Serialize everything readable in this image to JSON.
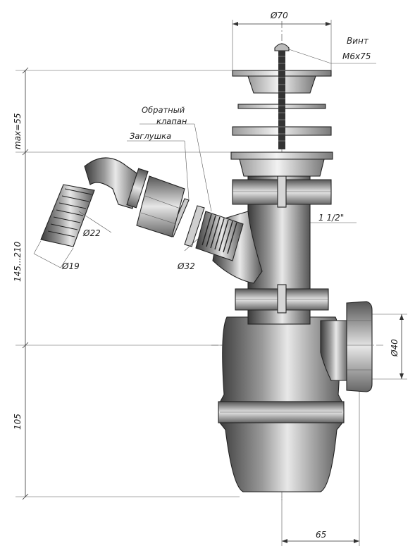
{
  "dimensions": {
    "top_diameter": "Ø70",
    "screw_line1": "Винт",
    "screw_line2": "M6x75",
    "max_height": "max=55",
    "height_range": "145...210",
    "bottom_height": "105",
    "pipe_thread": "1 1/2\"",
    "outlet_diameter": "Ø40",
    "offset": "65",
    "hose_outer": "Ø22",
    "hose_inner": "Ø19",
    "branch_diameter": "Ø32"
  },
  "labels": {
    "check_valve_line1": "Обратный",
    "check_valve_line2": "клапан",
    "plug": "Заглушка"
  },
  "colors": {
    "body_dark": "#4a4a4a",
    "body_mid": "#8c8c8c",
    "body_light": "#e6e6e6",
    "line": "#222222"
  }
}
